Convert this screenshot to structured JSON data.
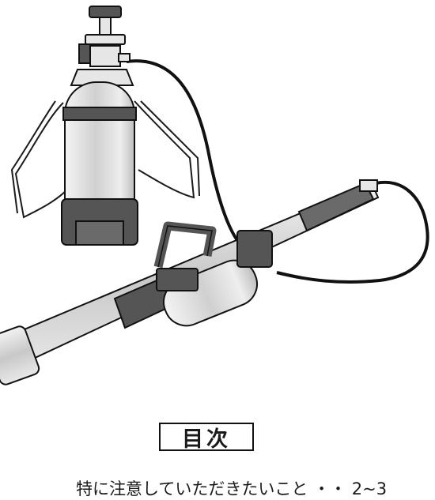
{
  "figure": {
    "subject": "pressure sprayer tank with shoulder harness connected by hose to a wand with handle and grip",
    "colors": {
      "outline": "#1a1a1a",
      "metal_light": "#e6e6e6",
      "metal_mid": "#b9b9b9",
      "dark_part": "#555555",
      "grip": "#6a6a6a"
    }
  },
  "toc": {
    "heading": "目次",
    "entries": [
      {
        "text": "特に注意していただきたいこと",
        "leader": "・・",
        "pages": "2~3"
      }
    ]
  }
}
